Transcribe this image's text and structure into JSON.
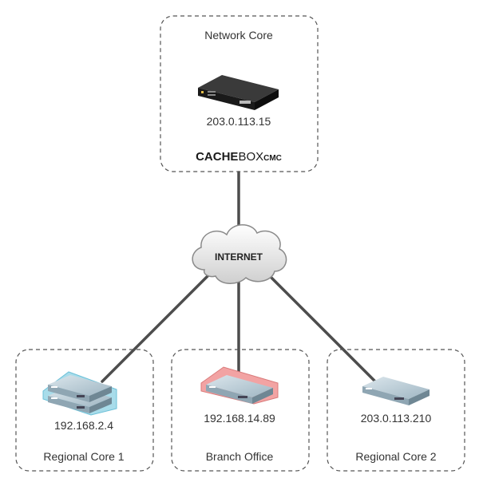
{
  "groups": {
    "core": {
      "title": "Network Core",
      "ip": "203.0.113.15"
    },
    "regional1": {
      "title": "Regional Core 1",
      "ip": "192.168.2.4"
    },
    "branch": {
      "title": "Branch Office",
      "ip": "192.168.14.89"
    },
    "regional2": {
      "title": "Regional Core 2",
      "ip": "203.0.113.210"
    }
  },
  "brand": {
    "bold": "CACHE",
    "light": "BOX",
    "suffix": "CMC"
  },
  "cloud": {
    "label": "INTERNET"
  },
  "device_badge": "CACHEBOX",
  "colors": {
    "dashed_border": "#555555",
    "link": "#4d4d4d",
    "core_device": "#1e1e1e",
    "edge_device": "#b7c9d3",
    "highlight_regional1": "#a8dcea",
    "highlight_branch": "#f2a3a3"
  }
}
